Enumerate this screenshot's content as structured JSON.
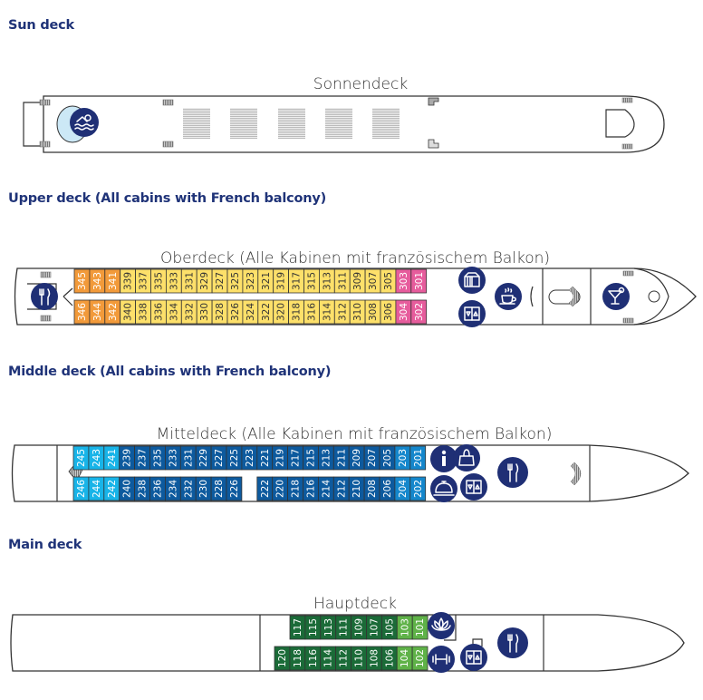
{
  "decks": [
    {
      "id": "sun",
      "heading": "Sun deck",
      "plan_label": "Sonnendeck",
      "facilities": [
        "swimming-pool-icon"
      ]
    },
    {
      "id": "upper",
      "heading": "Upper deck (All cabins with French balcony)",
      "plan_label": "Oberdeck (Alle Kabinen mit französischem Balkon)",
      "facilities": [
        "restaurant-icon",
        "library-icon",
        "elevator-icon",
        "coffee-icon",
        "cocktail-bar-icon"
      ],
      "cabin_rows": [
        {
          "row": "port",
          "cabins": [
            {
              "no": "345",
              "category": "orange"
            },
            {
              "no": "343",
              "category": "orange"
            },
            {
              "no": "341",
              "category": "orange"
            },
            {
              "no": "339",
              "category": "yellow"
            },
            {
              "no": "337",
              "category": "yellow"
            },
            {
              "no": "335",
              "category": "yellow"
            },
            {
              "no": "333",
              "category": "yellow"
            },
            {
              "no": "331",
              "category": "yellow"
            },
            {
              "no": "329",
              "category": "yellow"
            },
            {
              "no": "327",
              "category": "yellow"
            },
            {
              "no": "325",
              "category": "yellow"
            },
            {
              "no": "323",
              "category": "yellow"
            },
            {
              "no": "321",
              "category": "yellow"
            },
            {
              "no": "319",
              "category": "yellow"
            },
            {
              "no": "317",
              "category": "yellow"
            },
            {
              "no": "315",
              "category": "yellow"
            },
            {
              "no": "313",
              "category": "yellow"
            },
            {
              "no": "311",
              "category": "yellow"
            },
            {
              "no": "309",
              "category": "yellow"
            },
            {
              "no": "307",
              "category": "yellow"
            },
            {
              "no": "305",
              "category": "yellow"
            },
            {
              "no": "303",
              "category": "pink"
            },
            {
              "no": "301",
              "category": "pink"
            }
          ]
        },
        {
          "row": "starboard",
          "cabins": [
            {
              "no": "346",
              "category": "orange"
            },
            {
              "no": "344",
              "category": "orange"
            },
            {
              "no": "342",
              "category": "orange"
            },
            {
              "no": "340",
              "category": "yellow"
            },
            {
              "no": "338",
              "category": "yellow"
            },
            {
              "no": "336",
              "category": "yellow"
            },
            {
              "no": "334",
              "category": "yellow"
            },
            {
              "no": "332",
              "category": "yellow"
            },
            {
              "no": "330",
              "category": "yellow"
            },
            {
              "no": "328",
              "category": "yellow"
            },
            {
              "no": "326",
              "category": "yellow"
            },
            {
              "no": "324",
              "category": "yellow"
            },
            {
              "no": "322",
              "category": "yellow"
            },
            {
              "no": "320",
              "category": "yellow"
            },
            {
              "no": "318",
              "category": "yellow"
            },
            {
              "no": "316",
              "category": "yellow"
            },
            {
              "no": "314",
              "category": "yellow"
            },
            {
              "no": "312",
              "category": "yellow"
            },
            {
              "no": "310",
              "category": "yellow"
            },
            {
              "no": "308",
              "category": "yellow"
            },
            {
              "no": "306",
              "category": "yellow"
            },
            {
              "no": "304",
              "category": "pink"
            },
            {
              "no": "302",
              "category": "pink"
            }
          ]
        }
      ]
    },
    {
      "id": "middle",
      "heading": "Middle deck (All cabins with French balcony)",
      "plan_label": "Mitteldeck (Alle Kabinen mit französischem Balkon)",
      "facilities": [
        "information-icon",
        "shop-icon",
        "reception-bell-icon",
        "elevator-icon",
        "restaurant-icon"
      ],
      "cabin_rows": [
        {
          "row": "port",
          "cabins": [
            {
              "no": "245",
              "category": "light-blue"
            },
            {
              "no": "243",
              "category": "light-blue"
            },
            {
              "no": "241",
              "category": "light-blue"
            },
            {
              "no": "239",
              "category": "dark-blue"
            },
            {
              "no": "237",
              "category": "dark-blue"
            },
            {
              "no": "235",
              "category": "dark-blue"
            },
            {
              "no": "233",
              "category": "dark-blue"
            },
            {
              "no": "231",
              "category": "dark-blue"
            },
            {
              "no": "229",
              "category": "dark-blue"
            },
            {
              "no": "227",
              "category": "dark-blue"
            },
            {
              "no": "225",
              "category": "dark-blue"
            },
            {
              "no": "223",
              "category": "dark-blue"
            },
            {
              "no": "221",
              "category": "dark-blue"
            },
            {
              "no": "219",
              "category": "dark-blue"
            },
            {
              "no": "217",
              "category": "dark-blue"
            },
            {
              "no": "215",
              "category": "dark-blue"
            },
            {
              "no": "213",
              "category": "dark-blue"
            },
            {
              "no": "211",
              "category": "dark-blue"
            },
            {
              "no": "209",
              "category": "dark-blue"
            },
            {
              "no": "207",
              "category": "dark-blue"
            },
            {
              "no": "205",
              "category": "dark-blue"
            },
            {
              "no": "203",
              "category": "mid-blue"
            },
            {
              "no": "201",
              "category": "mid-blue"
            }
          ]
        },
        {
          "row": "starboard",
          "cabins": [
            {
              "no": "246",
              "category": "light-blue"
            },
            {
              "no": "244",
              "category": "light-blue"
            },
            {
              "no": "242",
              "category": "light-blue"
            },
            {
              "no": "240",
              "category": "dark-blue"
            },
            {
              "no": "238",
              "category": "dark-blue"
            },
            {
              "no": "236",
              "category": "dark-blue"
            },
            {
              "no": "234",
              "category": "dark-blue"
            },
            {
              "no": "232",
              "category": "dark-blue"
            },
            {
              "no": "230",
              "category": "dark-blue"
            },
            {
              "no": "228",
              "category": "dark-blue"
            },
            {
              "no": "226",
              "category": "dark-blue"
            },
            {
              "no": "",
              "category": "gap"
            },
            {
              "no": "222",
              "category": "dark-blue"
            },
            {
              "no": "220",
              "category": "dark-blue"
            },
            {
              "no": "218",
              "category": "dark-blue"
            },
            {
              "no": "216",
              "category": "dark-blue"
            },
            {
              "no": "214",
              "category": "dark-blue"
            },
            {
              "no": "212",
              "category": "dark-blue"
            },
            {
              "no": "210",
              "category": "dark-blue"
            },
            {
              "no": "208",
              "category": "dark-blue"
            },
            {
              "no": "206",
              "category": "dark-blue"
            },
            {
              "no": "204",
              "category": "mid-blue"
            },
            {
              "no": "202",
              "category": "mid-blue"
            }
          ]
        }
      ]
    },
    {
      "id": "main",
      "heading": "Main deck",
      "plan_label": "Hauptdeck",
      "facilities": [
        "spa-lotus-icon",
        "fitness-dumbbell-icon",
        "elevator-icon",
        "restaurant-icon"
      ],
      "cabin_rows": [
        {
          "row": "port",
          "cabins": [
            {
              "no": "117",
              "category": "dark-green"
            },
            {
              "no": "115",
              "category": "dark-green"
            },
            {
              "no": "113",
              "category": "dark-green"
            },
            {
              "no": "111",
              "category": "dark-green"
            },
            {
              "no": "109",
              "category": "dark-green"
            },
            {
              "no": "107",
              "category": "dark-green"
            },
            {
              "no": "105",
              "category": "dark-green"
            },
            {
              "no": "103",
              "category": "light-green"
            },
            {
              "no": "101",
              "category": "light-green"
            }
          ]
        },
        {
          "row": "starboard",
          "cabins": [
            {
              "no": "120",
              "category": "dark-green"
            },
            {
              "no": "118",
              "category": "dark-green"
            },
            {
              "no": "116",
              "category": "dark-green"
            },
            {
              "no": "114",
              "category": "dark-green"
            },
            {
              "no": "112",
              "category": "dark-green"
            },
            {
              "no": "110",
              "category": "dark-green"
            },
            {
              "no": "108",
              "category": "dark-green"
            },
            {
              "no": "106",
              "category": "dark-green"
            },
            {
              "no": "104",
              "category": "light-green"
            },
            {
              "no": "102",
              "category": "light-green"
            }
          ]
        }
      ]
    }
  ],
  "category_colors": {
    "orange": {
      "fill": "#f29a3a",
      "text": "#ffffff"
    },
    "yellow": {
      "fill": "#fde06a",
      "text": "#333333"
    },
    "pink": {
      "fill": "#e65c9c",
      "text": "#ffffff"
    },
    "light-blue": {
      "fill": "#18b4e8",
      "text": "#ffffff"
    },
    "dark-blue": {
      "fill": "#0d5a9e",
      "text": "#ffffff"
    },
    "mid-blue": {
      "fill": "#1487cc",
      "text": "#ffffff"
    },
    "dark-green": {
      "fill": "#1b6b38",
      "text": "#ffffff"
    },
    "light-green": {
      "fill": "#5fb248",
      "text": "#ffffff"
    }
  },
  "colors": {
    "heading": "#1f3378",
    "icon_background": "#1f2f75"
  }
}
